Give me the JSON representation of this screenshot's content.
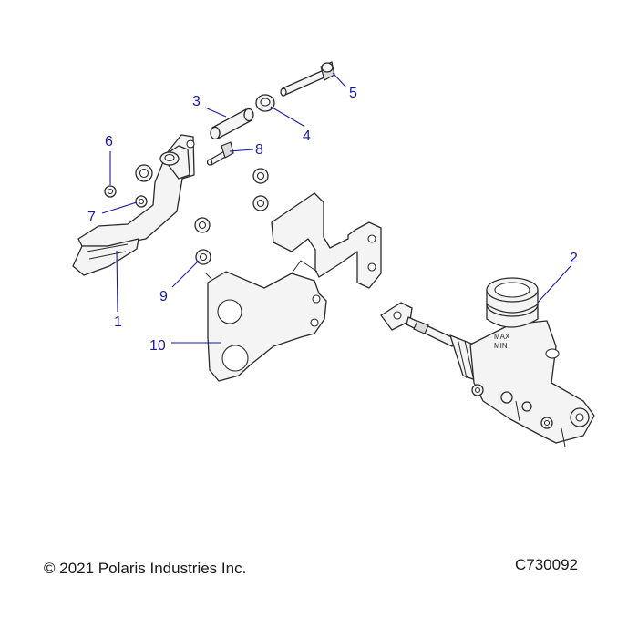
{
  "callouts": [
    {
      "id": "1",
      "part": "brake-pedal"
    },
    {
      "id": "2",
      "part": "master-cylinder"
    },
    {
      "id": "3",
      "part": "bushing"
    },
    {
      "id": "4",
      "part": "washer"
    },
    {
      "id": "5",
      "part": "pivot-bolt"
    },
    {
      "id": "6",
      "part": "nut"
    },
    {
      "id": "7",
      "part": "nut"
    },
    {
      "id": "8",
      "part": "stud"
    },
    {
      "id": "9",
      "part": "nut"
    },
    {
      "id": "10",
      "part": "mounting-bracket"
    }
  ],
  "reservoir_labels": {
    "max": "MAX",
    "min": "MIN"
  },
  "footer": {
    "copyright": "© 2021 Polaris Industries Inc.",
    "diagram_id": "C730092"
  },
  "colors": {
    "callout": "#1a1aa6",
    "line": "#2a2a2a",
    "fill": "#f4f4f4"
  }
}
